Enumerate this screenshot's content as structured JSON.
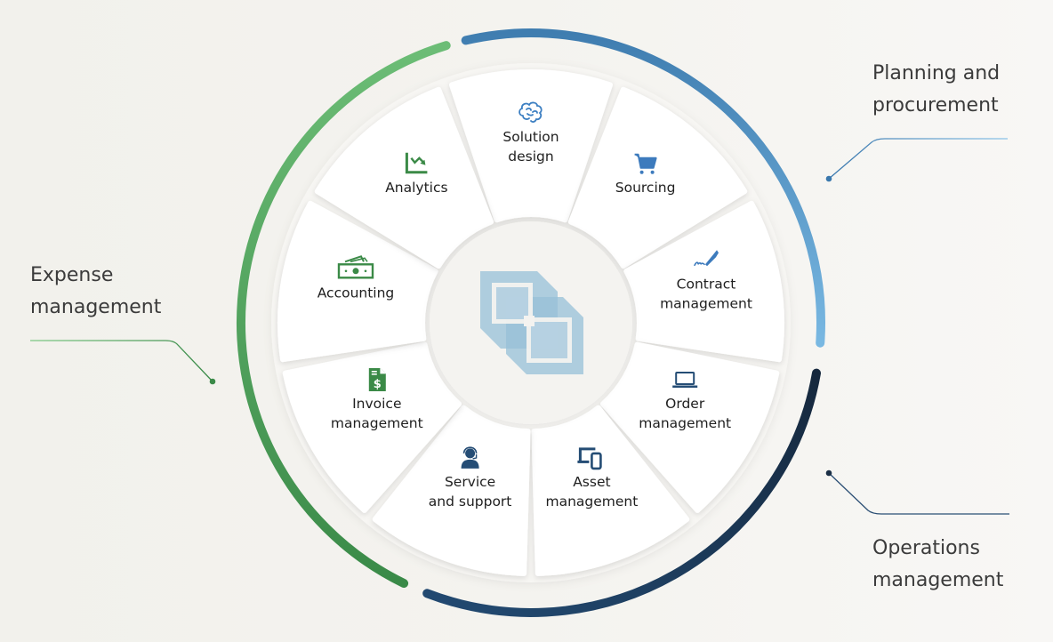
{
  "groups": {
    "planning": {
      "line1": "Planning and",
      "line2": "procurement",
      "color": "#3f7db0",
      "color_end": "#79b8e2"
    },
    "operations": {
      "line1": "Operations",
      "line2": "management",
      "color": "#1e3a57",
      "color_end": "#1b2f46"
    },
    "expense": {
      "line1": "Expense",
      "line2": "management",
      "color": "#3f8e4e",
      "color_end": "#6bbb73"
    }
  },
  "segments": [
    {
      "id": "solution-design",
      "lines": [
        "Solution",
        "design"
      ],
      "icon": "brain-icon",
      "icon_color": "#3c7fc2"
    },
    {
      "id": "sourcing",
      "lines": [
        "Sourcing"
      ],
      "icon": "shopping-cart-icon",
      "icon_color": "#3d7bbd"
    },
    {
      "id": "contract-management",
      "lines": [
        "Contract",
        "management"
      ],
      "icon": "signature-pen-icon",
      "icon_color": "#3d7bbd"
    },
    {
      "id": "order-management",
      "lines": [
        "Order",
        "management"
      ],
      "icon": "laptop-icon",
      "icon_color": "#254d75"
    },
    {
      "id": "asset-management",
      "lines": [
        "Asset",
        "management"
      ],
      "icon": "devices-icon",
      "icon_color": "#254d75"
    },
    {
      "id": "service-and-support",
      "lines": [
        "Service",
        "and support"
      ],
      "icon": "headset-agent-icon",
      "icon_color": "#254d75"
    },
    {
      "id": "invoice-management",
      "lines": [
        "Invoice",
        "management"
      ],
      "icon": "invoice-dollar-icon",
      "icon_color": "#3b8a47"
    },
    {
      "id": "accounting",
      "lines": [
        "Accounting"
      ],
      "icon": "cash-icon",
      "icon_color": "#3b8a47"
    },
    {
      "id": "analytics",
      "lines": [
        "Analytics"
      ],
      "icon": "chart-down-icon",
      "icon_color": "#3b8a47"
    }
  ],
  "hub": {
    "icon": "cube-logo-icon",
    "color": "#8ebbd6"
  }
}
